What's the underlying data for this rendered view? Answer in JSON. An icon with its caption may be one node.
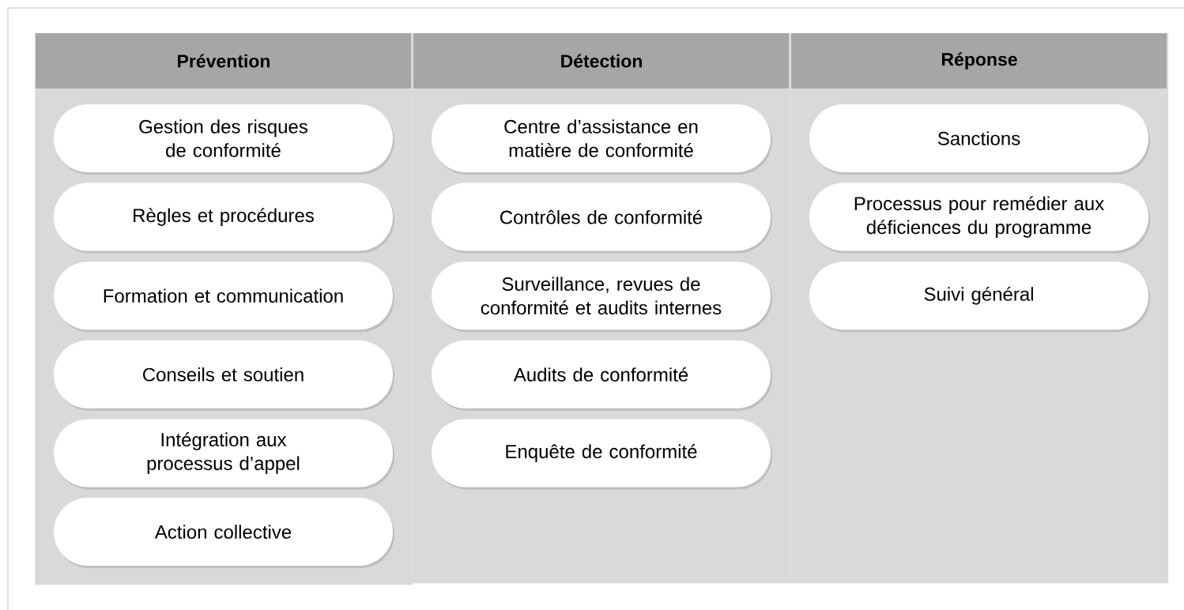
{
  "diagram": {
    "nodes": [
      {
        "text": [
          "Prévention"
        ]
      },
      {
        "text": [
          "Gestion des risques de conformité"
        ],
        "in": 0
      },
      {
        "text": [
          "Règles et procédures"
        ],
        "in": 0
      },
      {
        "text": [
          "Formation et communication"
        ],
        "in": 0
      },
      {
        "text": [
          "Conseils et soutien"
        ],
        "in": 0
      },
      {
        "text": [
          "Intégration aux processus d’appel"
        ],
        "in": 0
      },
      {
        "text": [
          "Action collective"
        ],
        "in": 0
      },
      {
        "text": [
          "Détection"
        ]
      },
      {
        "text": [
          "Centre d’assistance en matière de conformité"
        ],
        "in": 7
      },
      {
        "text": [
          "Contrôles de conformité"
        ],
        "in": 7
      },
      {
        "text": [
          "Surveillance, revues de conformité et audits internes"
        ],
        "in": 7
      },
      {
        "text": [
          "Audits de conformité"
        ],
        "in": 7
      },
      {
        "text": [
          "Enquête de conformité"
        ],
        "in": 7
      },
      {
        "text": [
          "Réponse"
        ]
      },
      {
        "text": [
          "Sanctions"
        ],
        "in": 13
      },
      {
        "text": [
          "Processus pour remédier aux déficiences du programme"
        ],
        "in": 13
      },
      {
        "text": [
          "Suivi général"
        ],
        "in": 13
      }
    ]
  }
}
